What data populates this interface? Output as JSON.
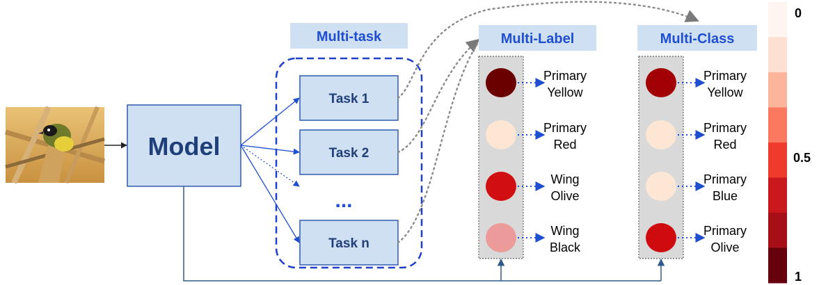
{
  "colors": {
    "box_fill": "#cfe0f3",
    "box_stroke": "#2f5bb0",
    "arrow_blue": "#1f4fd0",
    "dotted_gray": "#8a8a8a",
    "panel_fill": "#d9d9d9"
  },
  "input": {
    "image_name": "bird-photo-image"
  },
  "model": {
    "label": "Model"
  },
  "multitask": {
    "header": "Multi-task",
    "tasks": [
      "Task 1",
      "Task 2",
      "Task n"
    ],
    "ellipsis": "..."
  },
  "multilabel": {
    "header": "Multi-Label",
    "items": [
      {
        "lines": [
          "Primary",
          "Yellow"
        ],
        "color": "#6b0000"
      },
      {
        "lines": [
          "Primary",
          "Red"
        ],
        "color": "#fde6d4"
      },
      {
        "lines": [
          "Wing",
          "Olive"
        ],
        "color": "#d10f12"
      },
      {
        "lines": [
          "Wing",
          "Black"
        ],
        "color": "#ec9a9a"
      }
    ]
  },
  "multiclass": {
    "header": "Multi-Class",
    "items": [
      {
        "lines": [
          "Primary",
          "Yellow"
        ],
        "color": "#a30006"
      },
      {
        "lines": [
          "Primary",
          "Red"
        ],
        "color": "#fde6d4"
      },
      {
        "lines": [
          "Primary",
          "Blue"
        ],
        "color": "#fde6d4"
      },
      {
        "lines": [
          "Primary",
          "Olive"
        ],
        "color": "#cf0b10"
      }
    ]
  },
  "colorbar": {
    "label_top": "0",
    "label_mid": "0.5",
    "label_bottom": "1",
    "swatches": [
      "#fff5f0",
      "#fde0d2",
      "#fcb49b",
      "#fb7a5f",
      "#ef3b2c",
      "#cb181d",
      "#a50f15",
      "#67000d"
    ]
  }
}
